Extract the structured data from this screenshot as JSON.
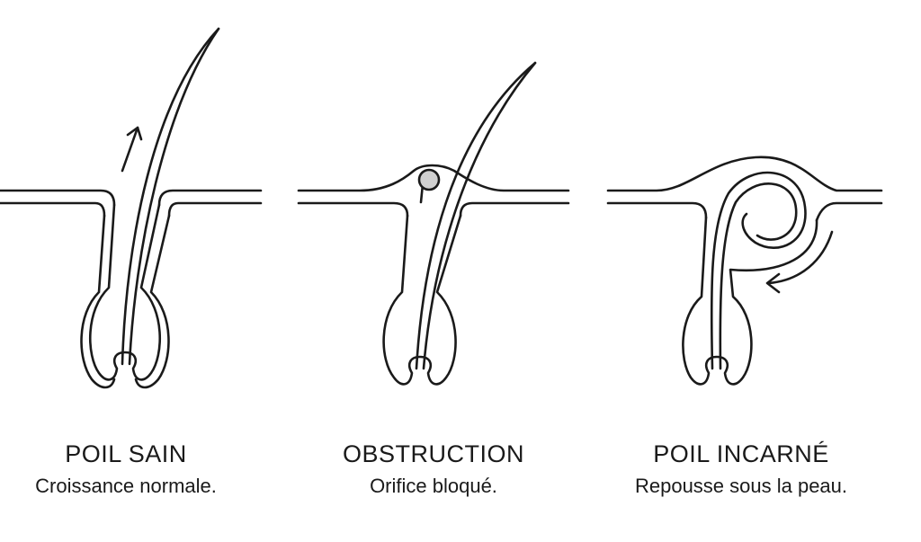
{
  "panels": [
    {
      "id": "healthy",
      "title": "POIL SAIN",
      "subtitle": "Croissance normale."
    },
    {
      "id": "obstruction",
      "title": "OBSTRUCTION",
      "subtitle": "Orifice bloqué."
    },
    {
      "id": "ingrown",
      "title": "POIL INCARNÉ",
      "subtitle": "Repousse sous la peau."
    }
  ],
  "colors": {
    "line": "#1a1a1a",
    "plug": "#d0d0d0",
    "background": "#ffffff"
  }
}
